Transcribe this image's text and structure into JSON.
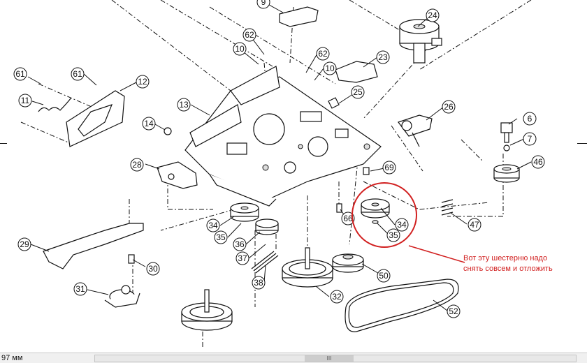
{
  "callouts": {
    "c6": "6",
    "c7": "7",
    "c9": "9",
    "c10a": "10",
    "c10b": "10",
    "c11": "11",
    "c12": "12",
    "c13": "13",
    "c14": "14",
    "c23": "23",
    "c24": "24",
    "c25": "25",
    "c26": "26",
    "c28": "28",
    "c29": "29",
    "c30": "30",
    "c31": "31",
    "c32": "32",
    "c34a": "34",
    "c34b": "34",
    "c35a": "35",
    "c35b": "35",
    "c36": "36",
    "c37": "37",
    "c38": "38",
    "c46": "46",
    "c47": "47",
    "c50": "50",
    "c52": "52",
    "c61a": "61",
    "c61b": "61",
    "c62a": "62",
    "c62b": "62",
    "c66": "66",
    "c69": "69"
  },
  "annotation": {
    "line1": "Вот эту шестерню надо",
    "line2": "снять совсем и отложить",
    "color": "#d11f1f"
  },
  "statusbar": {
    "zoom": "97 мм",
    "scroll_grip": "III"
  }
}
